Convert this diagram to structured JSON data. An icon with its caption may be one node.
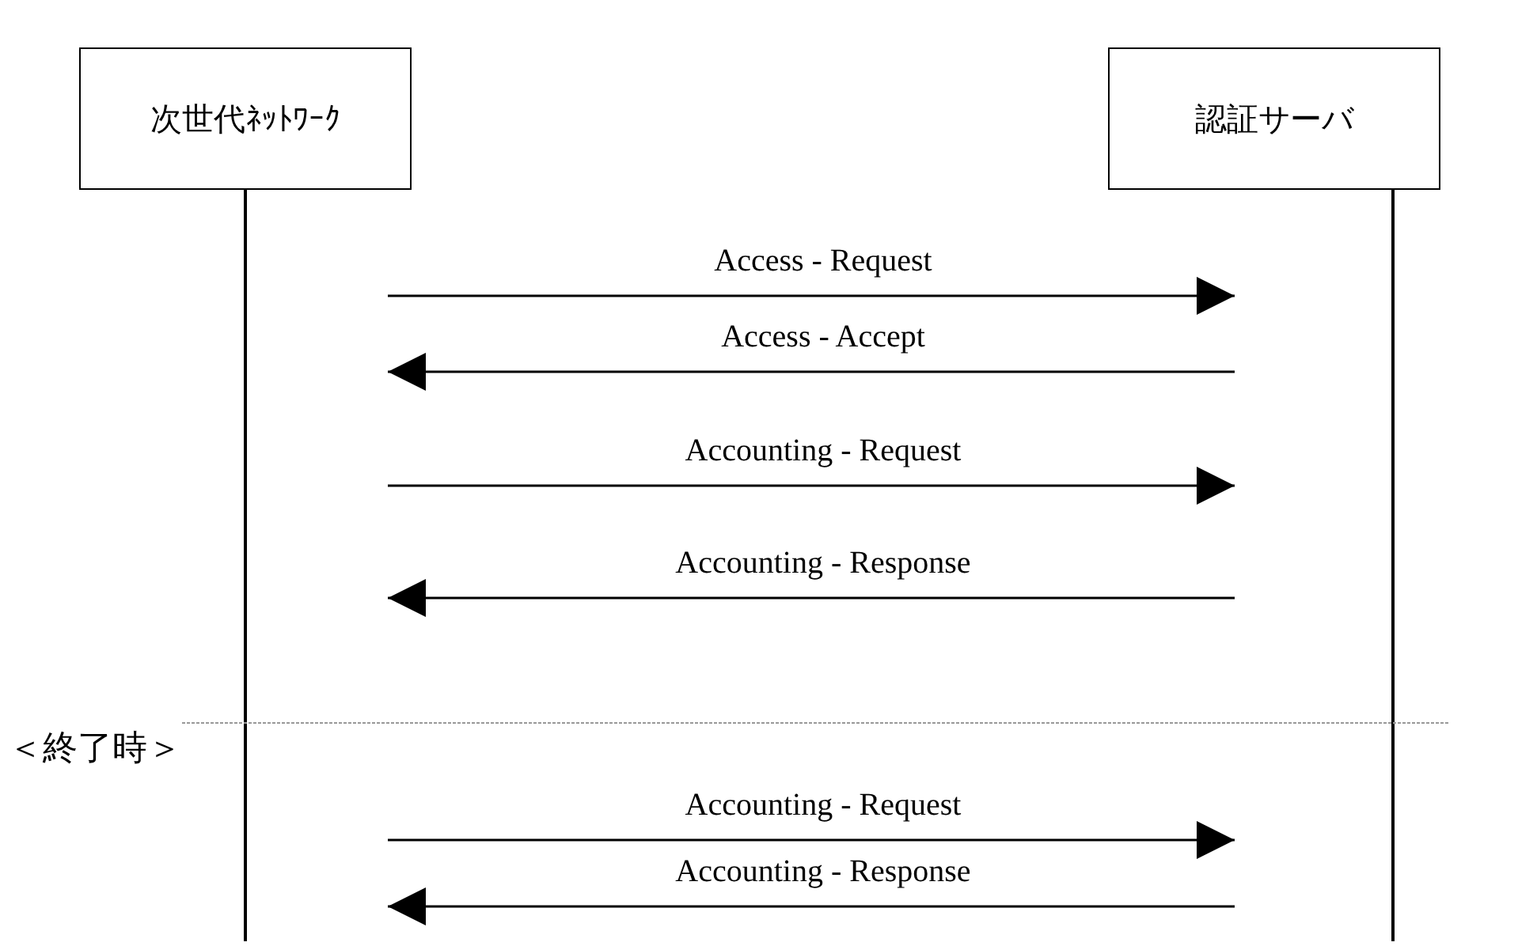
{
  "diagram": {
    "nodes": [
      {
        "text": [
          "次世代ﾈｯﾄﾜｰｸ"
        ]
      },
      {
        "text": [
          "認証サーバ"
        ]
      }
    ],
    "edges": [
      {
        "from": 0,
        "to": 1,
        "arrow": "to",
        "label": "Access - Request"
      },
      {
        "from": 1,
        "to": 0,
        "arrow": "to",
        "label": "Access - Accept"
      },
      {
        "from": 0,
        "to": 1,
        "arrow": "to",
        "label": "Accounting - Request"
      },
      {
        "from": 1,
        "to": 0,
        "arrow": "to",
        "label": "Accounting - Response"
      },
      {
        "from": 0,
        "to": 1,
        "arrow": "to",
        "label": "Accounting - Request"
      },
      {
        "from": 1,
        "to": 0,
        "arrow": "to",
        "label": "Accounting - Response"
      }
    ],
    "labels": [
      "＜終了時＞"
    ]
  }
}
